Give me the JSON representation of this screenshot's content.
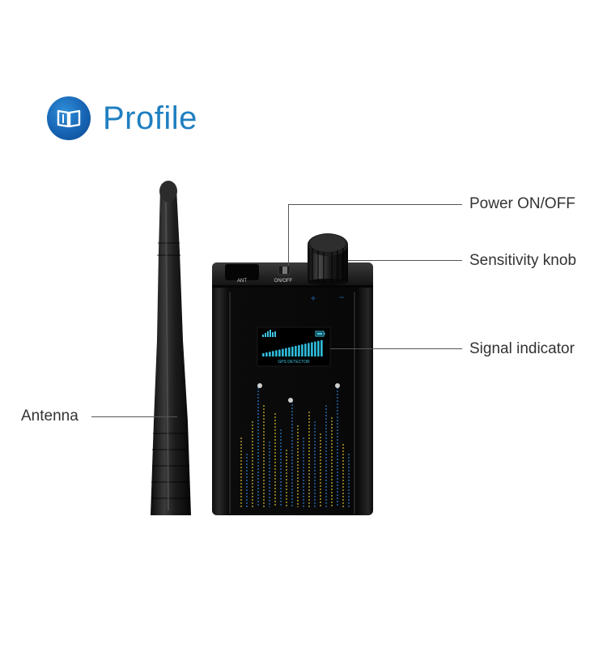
{
  "header": {
    "title": "Profile",
    "icon": "open-book-icon",
    "accent_color": "#1f7fc1"
  },
  "product": {
    "device": {
      "ant_port_label": "ANT",
      "switch_label": "ON/OFF",
      "screen_caption": "GPS DETECTOR",
      "plus_mark": "+",
      "minus_mark": "−"
    }
  },
  "callouts": {
    "power": "Power ON/OFF",
    "sensitivity": "Sensitivity knob",
    "signal": "Signal indicator",
    "antenna": "Antenna"
  }
}
